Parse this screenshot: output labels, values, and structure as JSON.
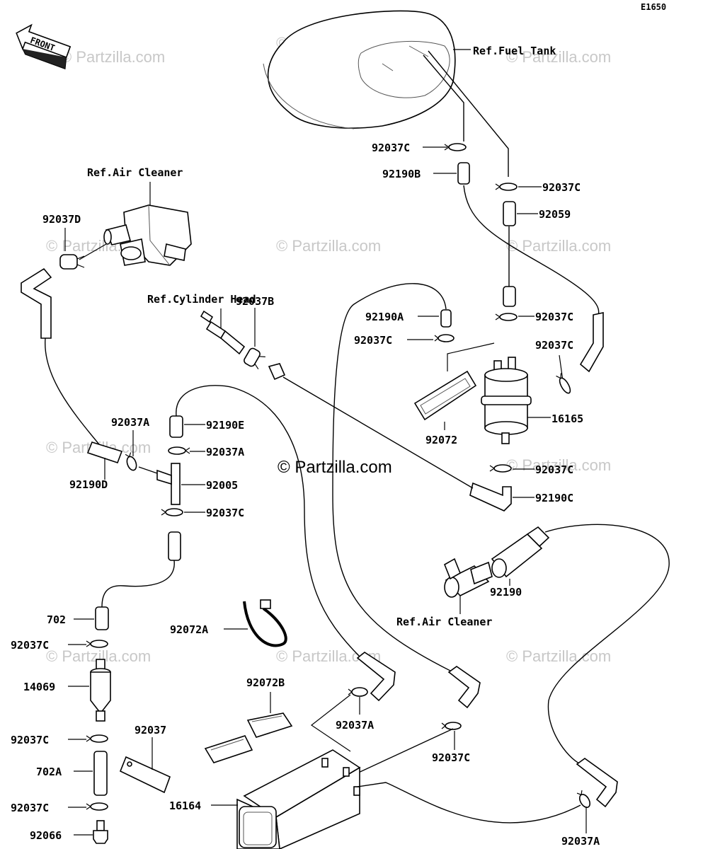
{
  "code": "E1650",
  "front_label": "FRONT",
  "watermark": "© Partzilla.com",
  "callouts": {
    "ref_fuel_tank": "Ref.Fuel Tank",
    "ref_air_cleaner_top": "Ref.Air Cleaner",
    "ref_cylinder_head": "Ref.Cylinder Head",
    "ref_air_cleaner_bottom": "Ref.Air Cleaner",
    "p_92037C_a": "92037C",
    "p_92190B": "92190B",
    "p_92037C_b": "92037C",
    "p_92059": "92059",
    "p_92037D": "92037D",
    "p_92190A": "92190A",
    "p_92037C_c": "92037C",
    "p_92037B": "92037B",
    "p_92037C_d": "92037C",
    "p_92037C_e": "92037C",
    "p_16165": "16165",
    "p_92072": "92072",
    "p_92037C_f": "92037C",
    "p_92190C": "92190C",
    "p_92037A_a": "92037A",
    "p_92190E": "92190E",
    "p_92037A_b": "92037A",
    "p_92190D": "92190D",
    "p_92005": "92005",
    "p_92037C_g": "92037C",
    "p_92190": "92190",
    "p_702": "702",
    "p_92037C_h": "92037C",
    "p_92072A": "92072A",
    "p_14069": "14069",
    "p_92072B": "92072B",
    "p_92037A_c": "92037A",
    "p_92037": "92037",
    "p_92037C_i": "92037C",
    "p_702A": "702A",
    "p_92037C_j": "92037C",
    "p_16164": "16164",
    "p_92037C_k": "92037C",
    "p_92066": "92066",
    "p_92037A_d": "92037A"
  }
}
